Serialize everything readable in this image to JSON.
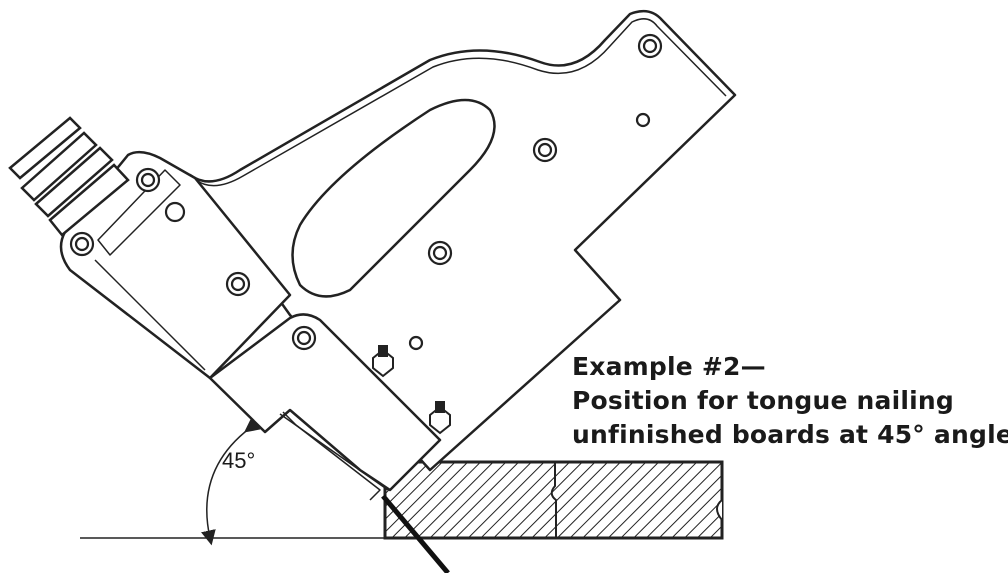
{
  "caption": {
    "line1": "Example #2—",
    "line2": "Position for tongue nailing",
    "line3": "unfinished boards at 45° angle"
  },
  "angle_label": "45°"
}
